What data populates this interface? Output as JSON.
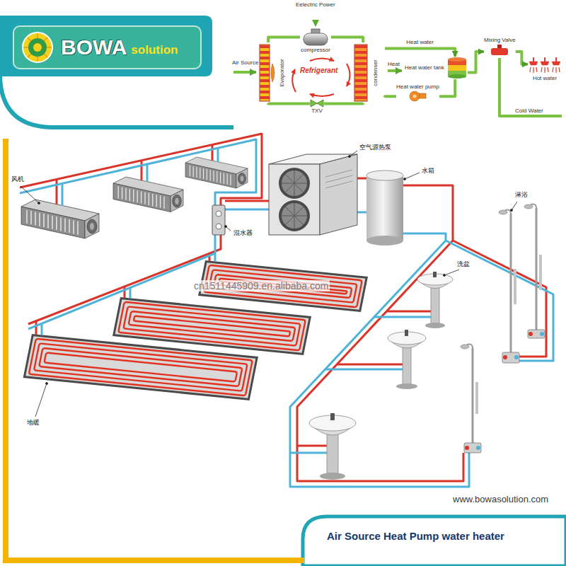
{
  "diagram": {
    "caption": "Air Source Heat Pump water heater",
    "nodes": [
      {
        "text": [
          "BOWA",
          "solution"
        ]
      },
      {
        "text": [
          "Evaporator"
        ]
      },
      {
        "text": [
          "compressor"
        ]
      },
      {
        "text": [
          "condenser"
        ]
      },
      {
        "text": [
          "TXV"
        ]
      },
      {
        "text": [
          "Heat water tank"
        ]
      },
      {
        "text": [
          "Heat water pump"
        ]
      },
      {
        "text": [
          "Mixing Valve"
        ]
      },
      {
        "text": [
          "Hot water"
        ]
      }
    ],
    "edges": [
      {
        "from": 1,
        "to": 2,
        "arrow": "none"
      },
      {
        "from": 2,
        "to": 3,
        "arrow": "none"
      },
      {
        "from": 3,
        "to": 4,
        "arrow": "none"
      },
      {
        "from": 4,
        "to": 1,
        "arrow": "none"
      },
      {
        "from": 3,
        "to": 5,
        "arrow": "to",
        "label": "Heat water"
      },
      {
        "from": 5,
        "to": 6,
        "arrow": "none"
      },
      {
        "from": 6,
        "to": 3,
        "arrow": "none"
      },
      {
        "from": 5,
        "to": 7,
        "arrow": "to"
      },
      {
        "from": 7,
        "to": 8,
        "arrow": "to"
      }
    ],
    "labels": [
      "Eelectric Power",
      "Air Source",
      "Refrigerant",
      "Heat",
      "Cold Water",
      "空气源热泵",
      "水箱",
      "风机",
      "混水器",
      "淋浴",
      "洗盆",
      "地暖",
      "cn1511445909.en.alibaba.com",
      "www.bowasolution.com"
    ]
  }
}
